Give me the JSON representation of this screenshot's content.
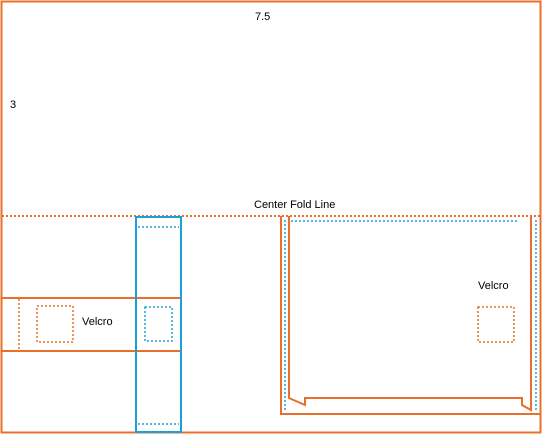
{
  "diagram": {
    "labels": {
      "width_dimension": "7.5",
      "height_dimension": "3",
      "fold_line": "Center Fold Line",
      "velcro_left": "Velcro",
      "velcro_right": "Velcro"
    },
    "colors": {
      "cut_line": "#E8702A",
      "fold_line": "#E8702A",
      "strap_outline": "#1BA1D9",
      "background": "#FFFFFF",
      "text": "#000000"
    }
  }
}
